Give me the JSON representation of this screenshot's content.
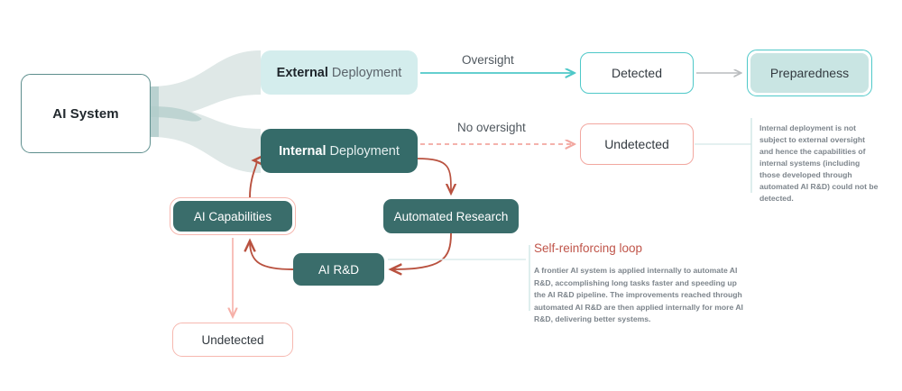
{
  "diagram": {
    "nodes": {
      "ai_system": "AI System",
      "external_deployment": {
        "bold": "External",
        "rest": " Deployment"
      },
      "internal_deployment": {
        "bold": "Internal",
        "rest": " Deployment"
      },
      "detected": "Detected",
      "preparedness": "Preparedness",
      "undetected_right": "Undetected",
      "ai_capabilities": "AI Capabilities",
      "automated_research": "Automated Research",
      "ai_rnd": "AI R&D",
      "undetected_bottom": "Undetected"
    },
    "edge_labels": {
      "oversight": "Oversight",
      "no_oversight": "No oversight"
    },
    "annotations": {
      "internal_note": "Internal deployment is not subject to external oversight and hence the capabilities of internal systems (including those developed through automated AI R&D) could not be detected.",
      "loop_title": "Self-reinforcing loop",
      "loop_body": "A frontier AI system is applied internally to automate AI R&D, accomplishing long tasks faster and speeding up the AI R&D pipeline. The improvements reached through automated AI R&D are then applied internally for more AI R&D, delivering better systems."
    },
    "colors": {
      "dark_teal": "#3a6d6b",
      "deep_teal": "#356b69",
      "light_cyan": "#d4eded",
      "cyan_accent": "#4ec8c8",
      "salmon": "#f2a7a0",
      "brick_red": "#b9513f",
      "loop_title": "#c0554a",
      "sankey": "#dde7e6",
      "sankey_cross": "#b3cdcb",
      "note_text": "#7d858c",
      "box_border_teal": "#5d8e8d",
      "gray_arrow": "#b9bcbe"
    }
  }
}
